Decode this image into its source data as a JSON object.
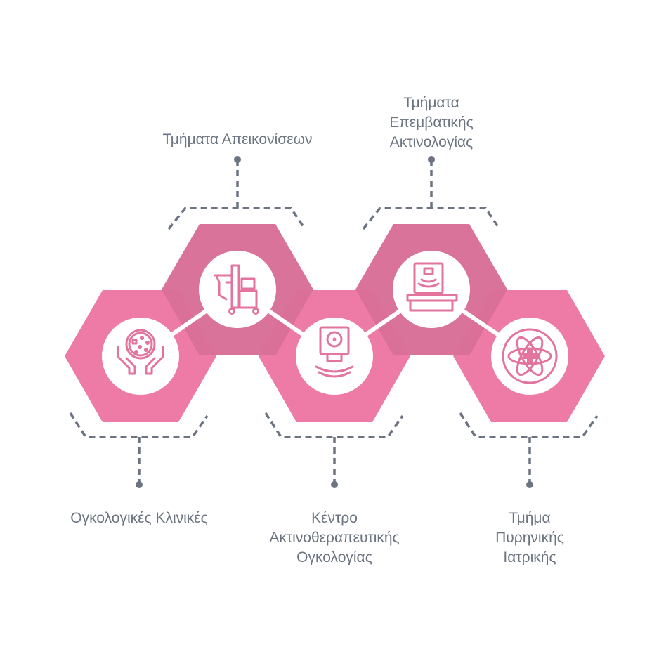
{
  "colors": {
    "hex_light": "#ED7BA6",
    "hex_dark": "#D96E97",
    "text": "#6B7480",
    "icon": "#E2749E"
  },
  "nodes": [
    {
      "id": "oncology",
      "icon": "hands-petri-dish-icon",
      "label_lines": [
        "Ογκολογικές Κλινικές"
      ]
    },
    {
      "id": "imaging",
      "icon": "imaging-machine-icon",
      "label_lines": [
        "Τμήματα Απεικονίσεων"
      ]
    },
    {
      "id": "radiotherapy",
      "icon": "radiation-monitor-icon",
      "label_lines": [
        "Κέντρο",
        "Ακτινοθεραπευτικής",
        "Ογκολογίας"
      ]
    },
    {
      "id": "interventional",
      "icon": "scanner-table-icon",
      "label_lines": [
        "Τμήματα",
        "Επεμβατικής",
        "Ακτινολογίας"
      ]
    },
    {
      "id": "nuclear",
      "icon": "atom-medical-cross-icon",
      "label_lines": [
        "Τμήμα",
        "Πυρηνικής",
        "Ιατρικής"
      ]
    }
  ]
}
